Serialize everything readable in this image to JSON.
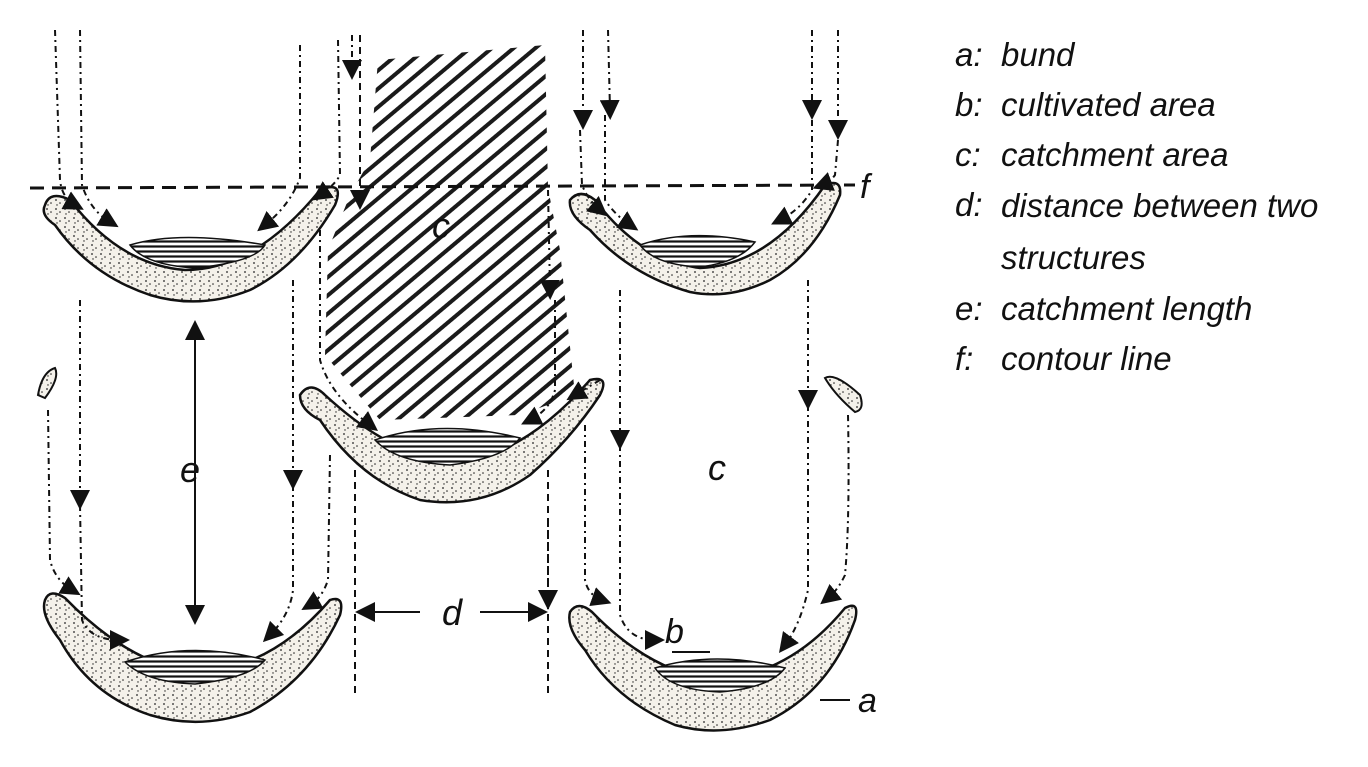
{
  "diagram": {
    "labels": {
      "catchment_top": "c",
      "catchment_right": "c",
      "catchment_length": "e",
      "distance": "d",
      "cultivated": "b",
      "bund": "a",
      "contour": "f"
    }
  },
  "legend": {
    "items": [
      {
        "key": "a:",
        "text": "bund"
      },
      {
        "key": "b:",
        "text": "cultivated area"
      },
      {
        "key": "c:",
        "text": "catchment area"
      },
      {
        "key": "d:",
        "text": "distance between two structures"
      },
      {
        "key": "e:",
        "text": "catchment length"
      },
      {
        "key": "f:",
        "text": "contour line"
      }
    ]
  },
  "colors": {
    "ink": "#111111",
    "fill_bund": "#f4f1ea",
    "hatch": "#1a1a1a"
  }
}
